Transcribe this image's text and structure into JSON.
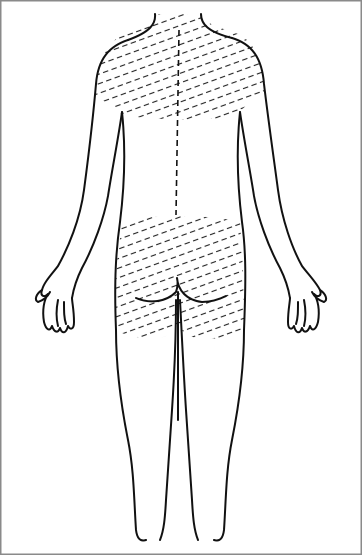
{
  "figure": {
    "view": "posterior",
    "shaded_regions": [
      "upper-back",
      "lower-back-buttocks"
    ],
    "dashed_line": "spine-midline"
  },
  "colors": {
    "background": "#ffffff",
    "frame": "#8a8a8a",
    "outline": "#111111",
    "hatch": "#222222"
  }
}
